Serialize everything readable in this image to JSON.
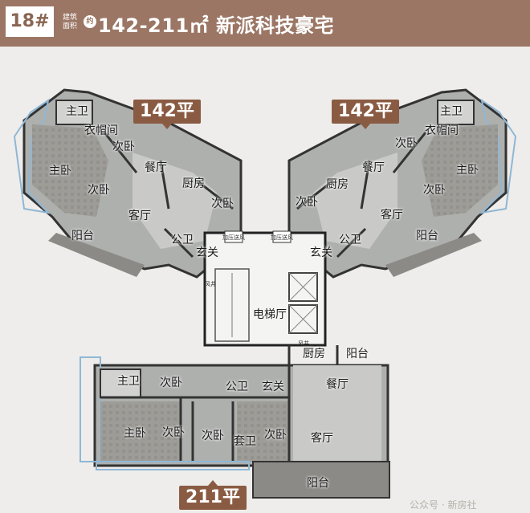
{
  "header": {
    "building": "18#",
    "label_line1": "建筑",
    "label_line2": "面积",
    "approx": "约",
    "title": "142-211㎡ 新派科技豪宅"
  },
  "tags": {
    "left_unit": "142平",
    "right_unit": "142平",
    "bottom_unit": "211平"
  },
  "rooms": {
    "l_zhuwei": "主卫",
    "l_yimao": "衣帽间",
    "l_ciwo1": "次卧",
    "l_zhuwo": "主卧",
    "l_ciwo2": "次卧",
    "l_canting": "餐厅",
    "l_chufang": "厨房",
    "l_ciwo3": "次卧",
    "l_keting": "客厅",
    "l_yangtai": "阳台",
    "l_gongwei": "公卫",
    "l_xuanguan": "玄关",
    "r_zhuwei": "主卫",
    "r_yimao": "衣帽间",
    "r_ciwo1": "次卧",
    "r_zhuwo": "主卧",
    "r_ciwo2": "次卧",
    "r_canting": "餐厅",
    "r_chufang": "厨房",
    "r_ciwo3": "次卧",
    "r_keting": "客厅",
    "r_yangtai": "阳台",
    "r_gongwei": "公卫",
    "r_xuanguan": "玄关",
    "elevator": "电梯厅",
    "b_zhuwei": "主卫",
    "b_ciwo1": "次卧",
    "b_gongwei": "公卫",
    "b_xuanguan": "玄关",
    "b_chufang": "厨房",
    "b_yangtai1": "阳台",
    "b_canting": "餐厅",
    "b_zhuwo": "主卧",
    "b_ciwo2": "次卧",
    "b_ciwo3": "次卧",
    "b_taowei": "套卫",
    "b_ciwo4": "次卧",
    "b_keting": "客厅",
    "b_yangtai2": "阳台",
    "sm_jiaya1": "加压送风",
    "sm_jiaya2": "加压送风",
    "sm_feng": "风井",
    "sm_feng2": "风井"
  },
  "watermark": "公众号 · 新房社"
}
